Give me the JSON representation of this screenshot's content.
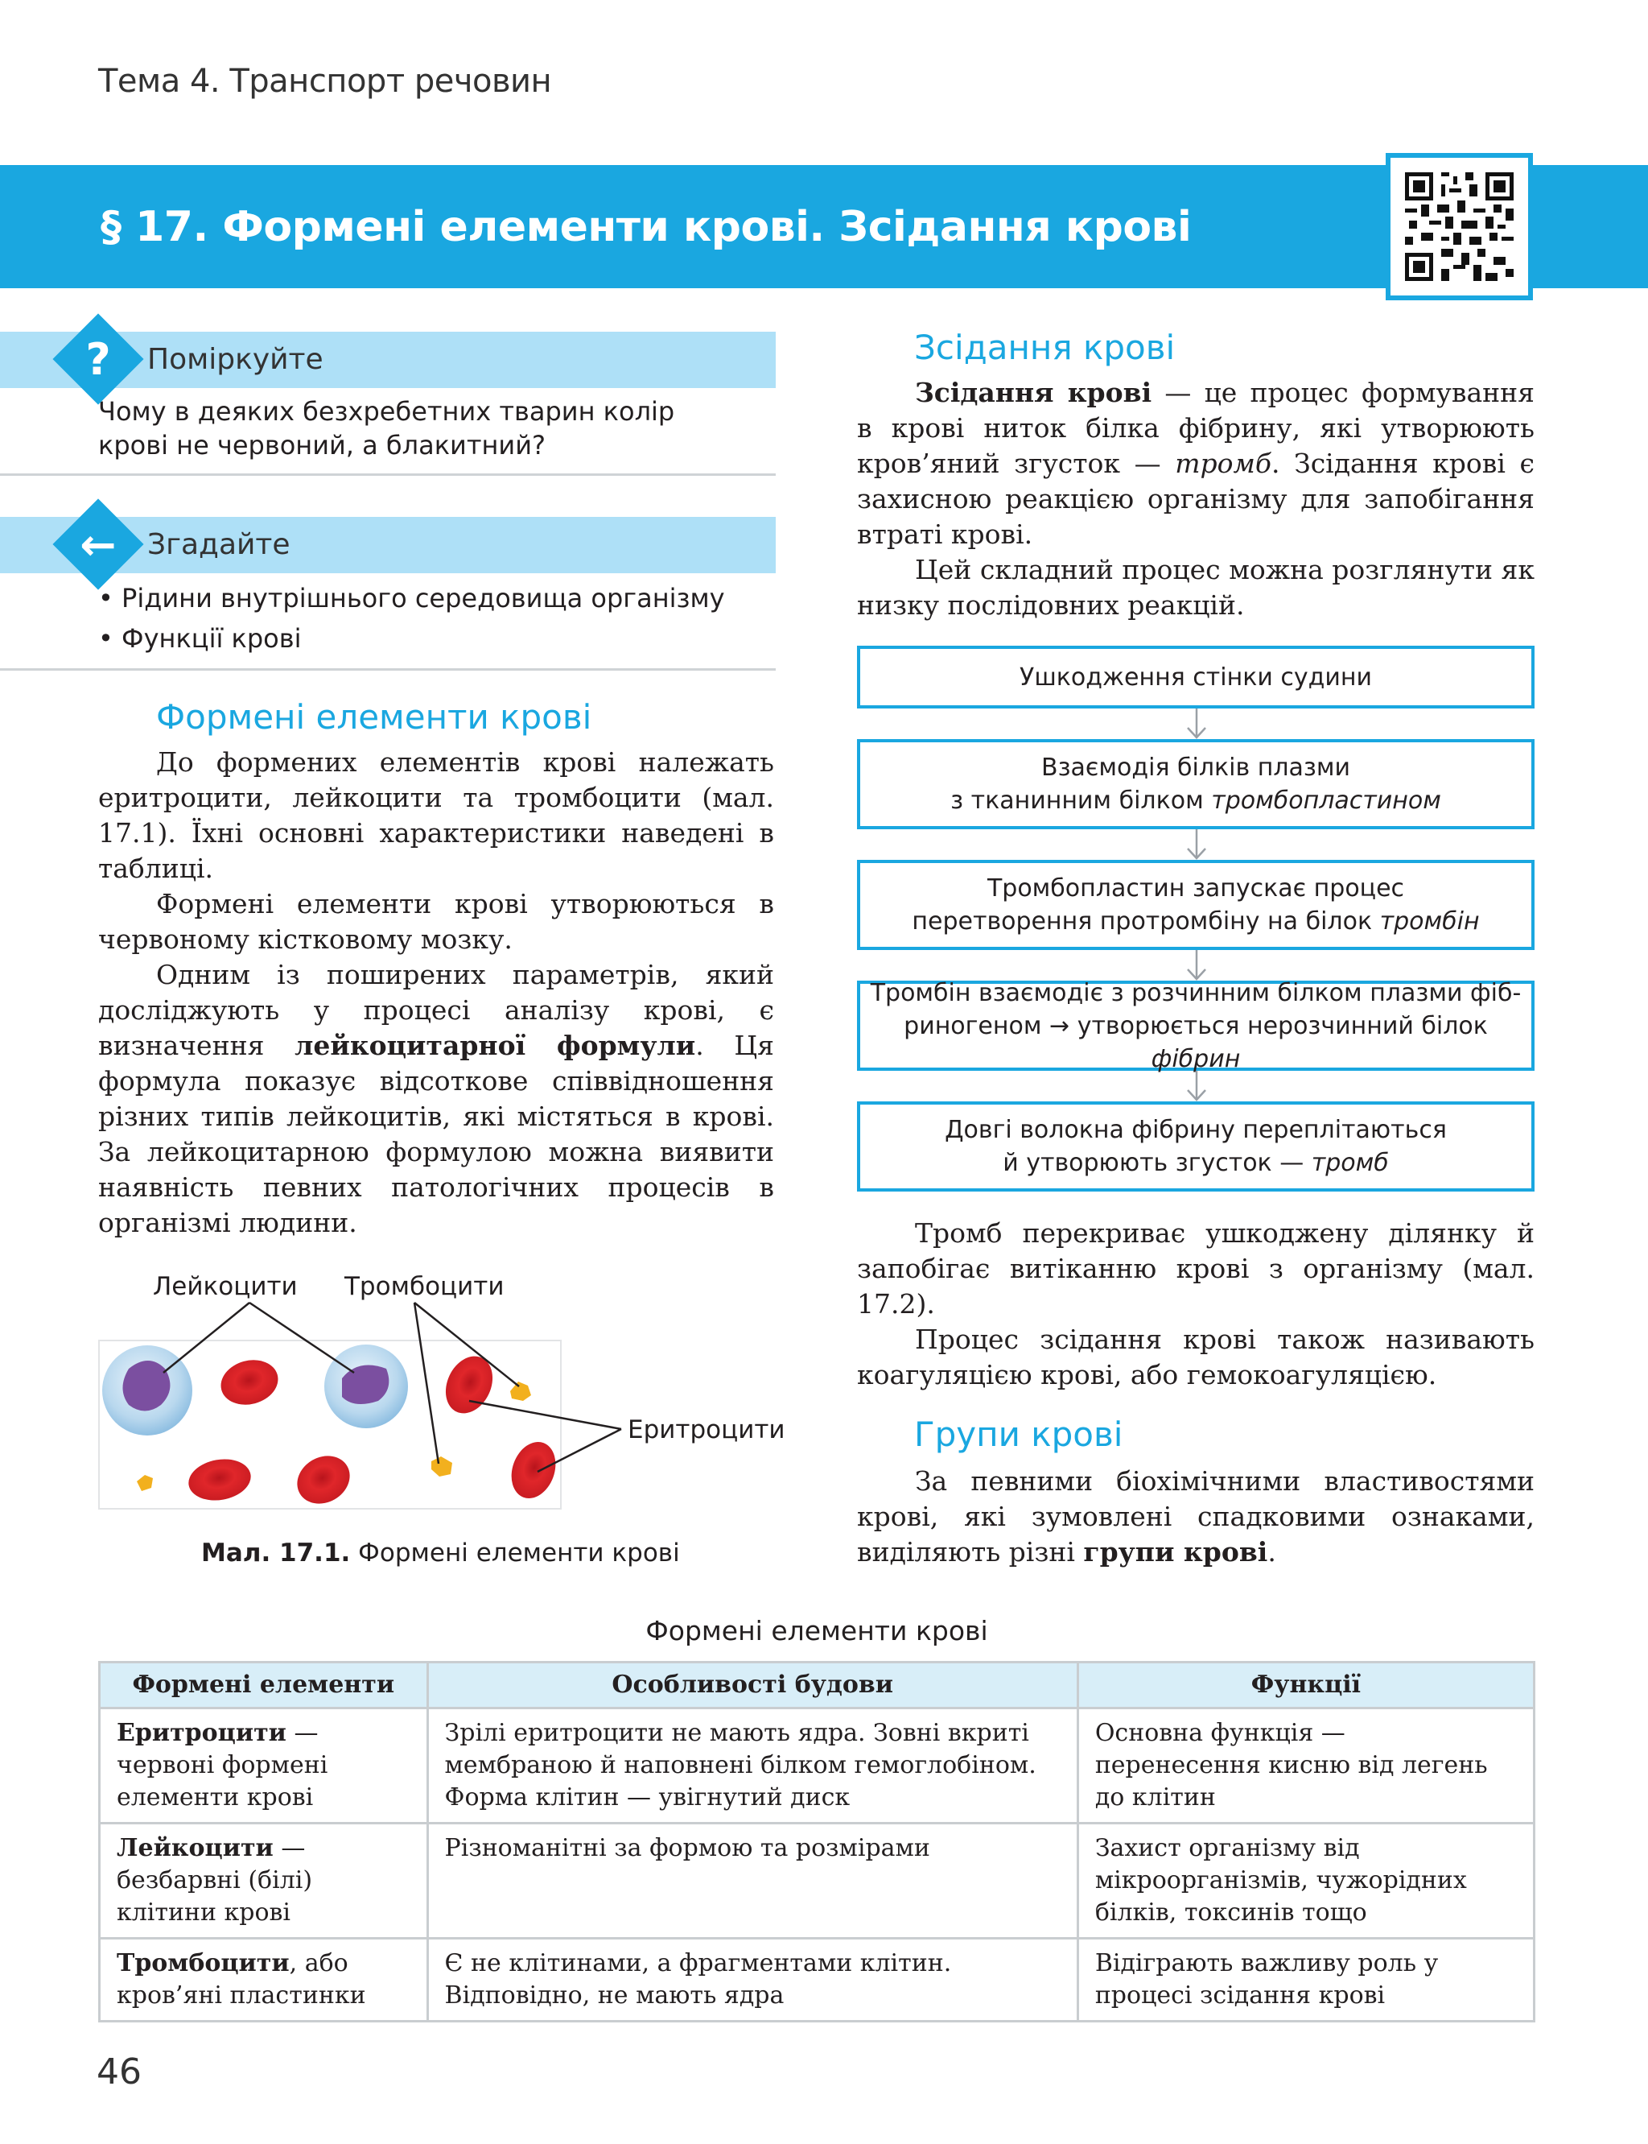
{
  "header": {
    "topic": "Тема 4. Транспорт речовин",
    "title": "§ 17. Формені елементи крові. Зсідання крові"
  },
  "think_box": {
    "label": "Поміркуйте",
    "icon": "?",
    "text_line1": "Чому в деяких безхребетних тварин колір",
    "text_line2": "крові не червоний, а блакитний?"
  },
  "recall_box": {
    "label": "Згадайте",
    "icon": "←",
    "items": [
      "• Рідини внутрішнього середовища організму",
      "• Функції крові"
    ]
  },
  "formed": {
    "heading": "Формені елементи крові",
    "p1": "До формених елементів крові належать еритроцити, лейкоцити та тромбоцити (мал. 17.1). Їхні основні характеристики наведені в таблиці.",
    "p2": "Формені елементи крові утворюються в червоному кістковому мозку.",
    "p3_start": "Одним із поширених параметрів, який досліджують у процесі аналізу крові, є визначення ",
    "p3_bold": "лейкоцитарної формули",
    "p3_end": ". Ця формула показує відсоткове співвідношення різних типів лейкоцитів, які містяться в крові. За лейкоцитарною формулою можна виявити наявність певних патологічних процесів в організмі людини."
  },
  "figure": {
    "label_leuko": "Лейкоцити",
    "label_thrombo": "Тромбоцити",
    "label_erythro": "Еритроцити",
    "caption_bold": "Мал. 17.1.",
    "caption": " Формені елементи крові"
  },
  "clotting": {
    "heading": "Зсідання крові",
    "p1_bold": "Зсідання крові",
    "p1_a": " — це процес формування в крові ниток білка фібрину, які утворюють кров’яний згусток — ",
    "p1_it": "тромб",
    "p1_b": ". Зсідання крові є захисною реакцією організму для запобігання втраті крові.",
    "p2": "Цей складний процес можна розглянути як низку послідовних реакцій.",
    "step1": "Ушкодження стінки судини",
    "step2_a": "Взаємодія білків плазми",
    "step2_b": "з тканинним білком ",
    "step2_it": "тромбопластином",
    "step3_a": "Тромбопластин запускає процес",
    "step3_b": "перетворення протромбіну на білок ",
    "step3_it": "тромбін",
    "step4_a": "Тромбін взаємодіє з розчинним білком плазми фіб-",
    "step4_b": "риногеном → утворюється нерозчинний білок ",
    "step4_it": "фібрин",
    "step5_a": "Довгі волокна фібрину переплітаються",
    "step5_b": "й утворюють згусток — ",
    "step5_it": "тромб",
    "p3": "Тромб перекриває ушкоджену ділянку й запобігає витіканню крові з організму (мал. 17.2).",
    "p4": "Процес зсідання крові також називають коагуляцією крові, або гемокоагуляцією."
  },
  "groups": {
    "heading": "Групи крові",
    "p1_a": "За певними біохімічними властивостями крові, які зумовлені спадковими ознаками, виділяють різні ",
    "p1_bold": "групи крові",
    "p1_b": "."
  },
  "table": {
    "caption": "Формені елементи крові",
    "headers": [
      "Формені елементи",
      "Особливості будови",
      "Функції"
    ],
    "rows": [
      {
        "name_bold": "Еритроцити",
        "name_rest": " — червоні формені елементи крові",
        "structure": "Зрілі еритроцити не мають ядра. Зовні вкриті мембраною й наповнені білком гемоглобіном. Форма клітин — увігнутий диск",
        "function": "Основна функція — перенесення кисню від легень до клітин"
      },
      {
        "name_bold": "Лейкоцити",
        "name_rest": " — безбарвні (білі) клітини крові",
        "structure": "Різноманітні за формою та розмірами",
        "function": "Захист організму від мікроорганізмів, чужорідних білків, токсинів тощо"
      },
      {
        "name_bold": "Тромбоцити",
        "name_rest": ", або кров’яні пластинки",
        "structure": "Є не клітинами, а фрагментами клітин. Відповідно, не мають ядра",
        "function": "Відіграють важливу роль у процесі зсідання крові"
      }
    ]
  },
  "page_number": "46",
  "colors": {
    "accent": "#1aa7e0",
    "box_header": "#aee0f7",
    "table_header": "#d8eef8",
    "erythrocyte": "#e0262a",
    "leukocyte_nucleus": "#7b4fa0",
    "platelet": "#f2b01e"
  }
}
